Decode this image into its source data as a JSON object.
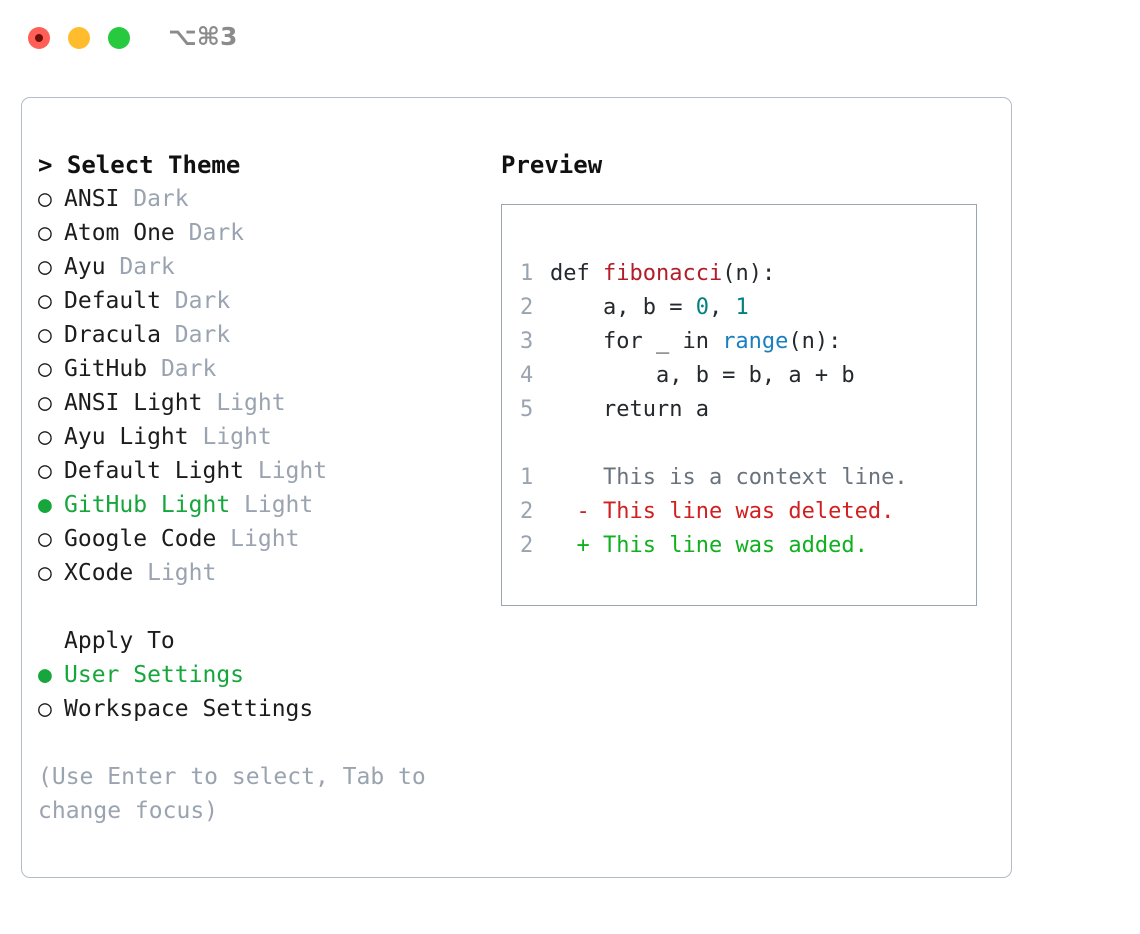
{
  "window": {
    "shortcut": "⌥⌘3",
    "traffic_lights": [
      {
        "name": "close",
        "color": "#ff5f56"
      },
      {
        "name": "minimize",
        "color": "#ffbd2e"
      },
      {
        "name": "maximize",
        "color": "#27c93f"
      }
    ]
  },
  "theme_list": {
    "header": "> Select Theme",
    "items": [
      {
        "marker": "○",
        "label": "ANSI",
        "suffix": "Dark",
        "selected": false
      },
      {
        "marker": "○",
        "label": "Atom One",
        "suffix": "Dark",
        "selected": false
      },
      {
        "marker": "○",
        "label": "Ayu",
        "suffix": "Dark",
        "selected": false
      },
      {
        "marker": "○",
        "label": "Default",
        "suffix": "Dark",
        "selected": false
      },
      {
        "marker": "○",
        "label": "Dracula",
        "suffix": "Dark",
        "selected": false
      },
      {
        "marker": "○",
        "label": "GitHub",
        "suffix": "Dark",
        "selected": false
      },
      {
        "marker": "○",
        "label": "ANSI Light",
        "suffix": "Light",
        "selected": false
      },
      {
        "marker": "○",
        "label": "Ayu Light",
        "suffix": "Light",
        "selected": false
      },
      {
        "marker": "○",
        "label": "Default Light",
        "suffix": "Light",
        "selected": false
      },
      {
        "marker": "●",
        "label": "GitHub Light",
        "suffix": "Light",
        "selected": true
      },
      {
        "marker": "○",
        "label": "Google Code",
        "suffix": "Light",
        "selected": false
      },
      {
        "marker": "○",
        "label": "XCode",
        "suffix": "Light",
        "selected": false
      }
    ]
  },
  "apply_to": {
    "header": "Apply To",
    "items": [
      {
        "marker": "●",
        "label": "User Settings",
        "selected": true
      },
      {
        "marker": "○",
        "label": "Workspace Settings",
        "selected": false
      }
    ]
  },
  "hint": "(Use Enter to select, Tab to change focus)",
  "preview": {
    "title": "Preview",
    "code_lines": [
      {
        "num": "1",
        "segments": [
          {
            "text": "def ",
            "kind": "plain"
          },
          {
            "text": "fibonacci",
            "kind": "fn"
          },
          {
            "text": "(n):",
            "kind": "plain"
          }
        ]
      },
      {
        "num": "2",
        "segments": [
          {
            "text": "    a, b = ",
            "kind": "plain"
          },
          {
            "text": "0",
            "kind": "num"
          },
          {
            "text": ", ",
            "kind": "plain"
          },
          {
            "text": "1",
            "kind": "num"
          }
        ]
      },
      {
        "num": "3",
        "segments": [
          {
            "text": "    for _ in ",
            "kind": "plain"
          },
          {
            "text": "range",
            "kind": "call"
          },
          {
            "text": "(n):",
            "kind": "plain"
          }
        ]
      },
      {
        "num": "4",
        "segments": [
          {
            "text": "        a, b = b, a + b",
            "kind": "plain"
          }
        ]
      },
      {
        "num": "5",
        "segments": [
          {
            "text": "    return a",
            "kind": "plain"
          }
        ]
      }
    ],
    "diff_lines": [
      {
        "num": "1",
        "sign": " ",
        "text": " This is a context line.",
        "kind": "context"
      },
      {
        "num": "2",
        "sign": "-",
        "text": " This line was deleted.",
        "kind": "deleted"
      },
      {
        "num": "2",
        "sign": "+",
        "text": " This line was added.",
        "kind": "added"
      }
    ]
  },
  "colors": {
    "accent_green": "#16a63c",
    "muted": "#9aa3b0",
    "diff_add": "#10b020",
    "diff_del": "#d02020",
    "code_fn": "#b31d28",
    "code_num": "#008080",
    "code_call": "#1a7fc1"
  }
}
